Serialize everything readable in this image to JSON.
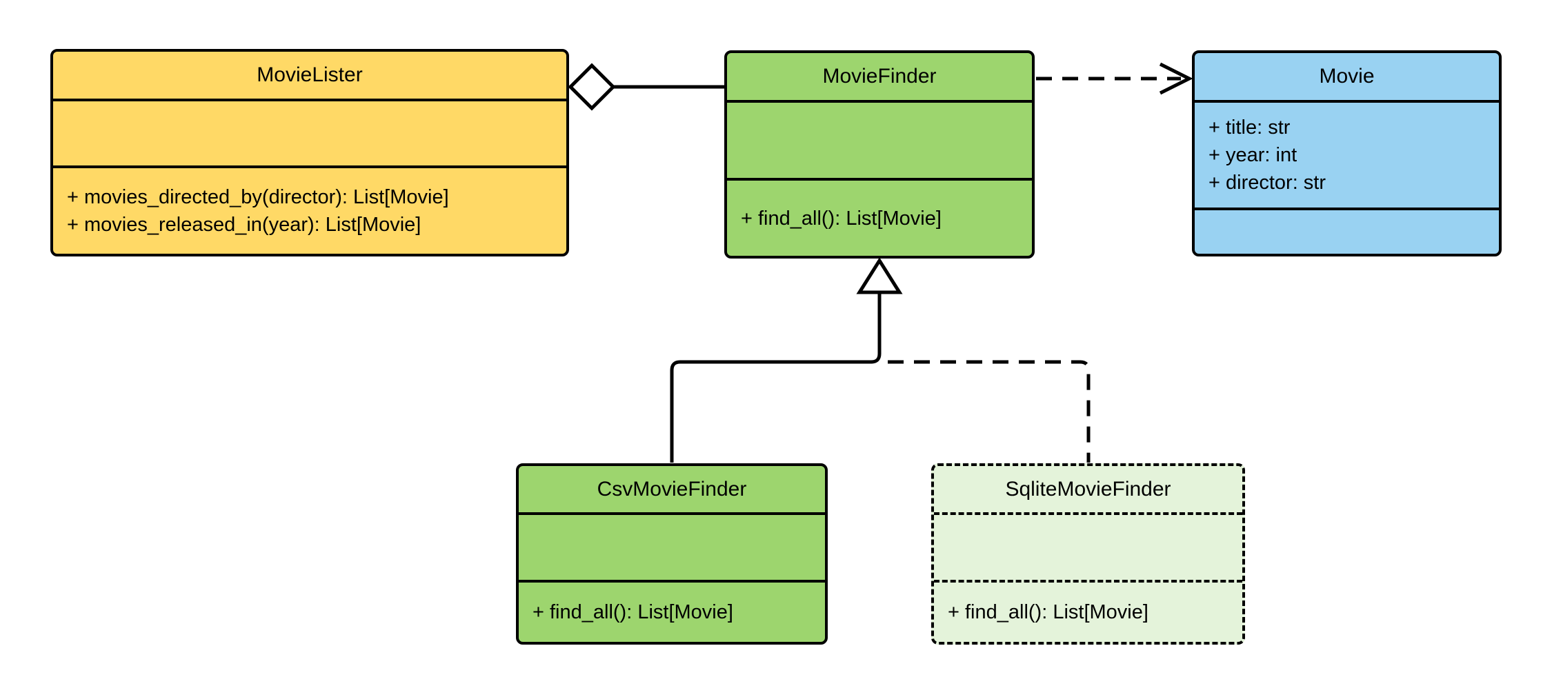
{
  "classes": [
    {
      "name": "MovieLister",
      "attributes": [],
      "methods": [
        "+ movies_directed_by(director): List[Movie]",
        "+ movies_released_in(year): List[Movie]"
      ],
      "fill": "#FFD966",
      "border": "solid"
    },
    {
      "name": "MovieFinder",
      "attributes": [],
      "methods": [
        "+ find_all(): List[Movie]"
      ],
      "fill": "#9DD56E",
      "border": "solid"
    },
    {
      "name": "Movie",
      "attributes": [
        "+ title: str",
        "+ year: int",
        "+ director: str"
      ],
      "methods": [],
      "fill": "#99D2F2",
      "border": "solid"
    },
    {
      "name": "CsvMovieFinder",
      "attributes": [],
      "methods": [
        "+ find_all(): List[Movie]"
      ],
      "fill": "#9DD56E",
      "border": "solid"
    },
    {
      "name": "SqliteMovieFinder",
      "attributes": [],
      "methods": [
        "+ find_all(): List[Movie]"
      ],
      "fill": "#E4F3DA",
      "border": "dashed"
    }
  ],
  "relationships": [
    {
      "type": "aggregation",
      "source": "MovieLister",
      "target": "MovieFinder",
      "line": "solid",
      "marker": "hollow-diamond-at-source"
    },
    {
      "type": "dependency",
      "source": "MovieFinder",
      "target": "Movie",
      "line": "dashed",
      "marker": "open-arrow-at-target"
    },
    {
      "type": "generalization",
      "source": "CsvMovieFinder",
      "target": "MovieFinder",
      "line": "solid",
      "marker": "hollow-triangle-at-target"
    },
    {
      "type": "generalization",
      "source": "SqliteMovieFinder",
      "target": "MovieFinder",
      "line": "dashed",
      "marker": "hollow-triangle-at-target"
    }
  ],
  "colors": {
    "background": "#ffffff",
    "stroke": "#000000",
    "marker_fill": "#ffffff"
  }
}
